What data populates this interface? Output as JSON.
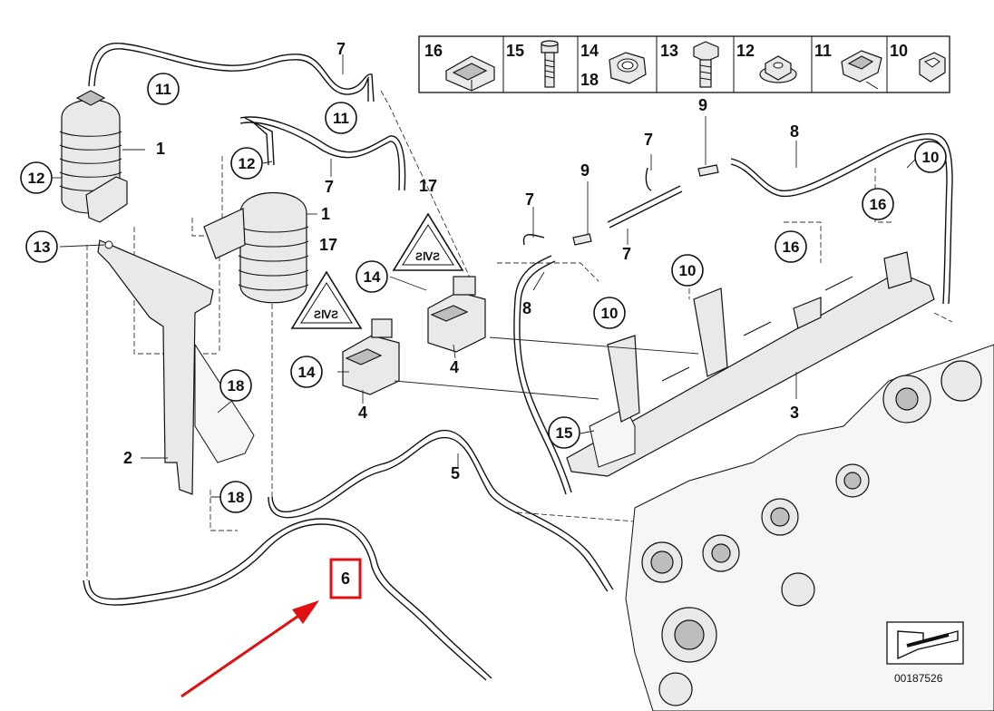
{
  "diagram": {
    "code": "00187526",
    "parts_strip": [
      {
        "label": "16"
      },
      {
        "label": "15"
      },
      {
        "label": "14",
        "label2": "18"
      },
      {
        "label": "13"
      },
      {
        "label": "12"
      },
      {
        "label": "11"
      },
      {
        "label": "10"
      }
    ],
    "callouts": {
      "c11a": "11",
      "c11b": "11",
      "c12a": "12",
      "c12b": "12",
      "c13": "13",
      "c18a": "18",
      "c18b": "18",
      "c14a": "14",
      "c14b": "14",
      "c10a": "10",
      "c10b": "10",
      "c10c": "10",
      "c16a": "16",
      "c16b": "16",
      "c15": "15"
    },
    "labels": {
      "n7a": "7",
      "n7b": "7",
      "n7c": "7",
      "n7d": "7",
      "n7e": "7",
      "n1a": "1",
      "n1b": "1",
      "n2": "2",
      "n3": "3",
      "n4a": "4",
      "n4b": "4",
      "n5": "5",
      "n6": "6",
      "n8a": "8",
      "n8b": "8",
      "n9a": "9",
      "n9b": "9",
      "n17a": "17",
      "n17b": "17"
    },
    "highlight": {
      "target": "6",
      "color": "#e01010"
    }
  }
}
